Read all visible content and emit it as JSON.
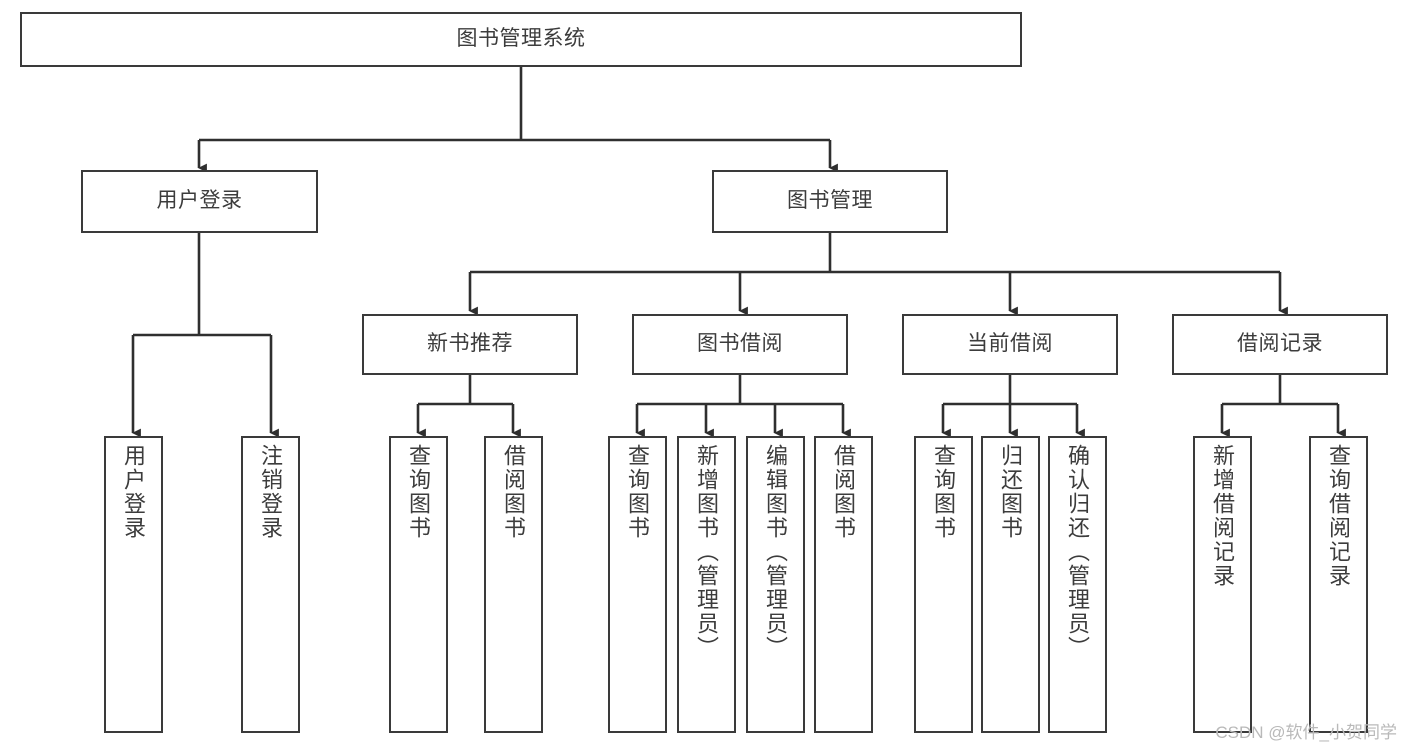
{
  "diagram": {
    "type": "tree",
    "title": "图书管理系统",
    "orientation": "top-down",
    "colors": {
      "box_border": "#3a3a3a",
      "box_fill": "#ffffff",
      "edge": "#2f2f2f",
      "text": "#3c3c3c",
      "background": "#ffffff",
      "watermark": "#b9b9b9"
    }
  },
  "watermark": {
    "text": "CSDN @软件_小贺同学"
  },
  "nodes": {
    "root": {
      "id": "root",
      "label": "图书管理系统",
      "level": 0,
      "orientation": "horizontal"
    },
    "l1": [
      {
        "id": "user-login",
        "label": "用户登录",
        "level": 1,
        "orientation": "horizontal"
      },
      {
        "id": "book-manage",
        "label": "图书管理",
        "level": 1,
        "orientation": "horizontal"
      }
    ],
    "l2": [
      {
        "id": "new-book-recommend",
        "label": "新书推荐",
        "level": 2,
        "orientation": "horizontal",
        "parent": "book-manage"
      },
      {
        "id": "book-borrow",
        "label": "图书借阅",
        "level": 2,
        "orientation": "horizontal",
        "parent": "book-manage"
      },
      {
        "id": "current-borrow",
        "label": "当前借阅",
        "level": 2,
        "orientation": "horizontal",
        "parent": "book-manage"
      },
      {
        "id": "borrow-record",
        "label": "借阅记录",
        "level": 2,
        "orientation": "horizontal",
        "parent": "book-manage"
      }
    ],
    "leaves": [
      {
        "id": "leaf-user-login",
        "label": "用户登录",
        "orientation": "vertical",
        "parent": "user-login"
      },
      {
        "id": "leaf-user-logout",
        "label": "注销登录",
        "orientation": "vertical",
        "parent": "user-login"
      },
      {
        "id": "leaf-query-book-recommend",
        "label": "查询图书",
        "orientation": "vertical",
        "parent": "new-book-recommend"
      },
      {
        "id": "leaf-borrow-book-recommend",
        "label": "借阅图书",
        "orientation": "vertical",
        "parent": "new-book-recommend"
      },
      {
        "id": "leaf-query-book-borrow",
        "label": "查询图书",
        "orientation": "vertical",
        "parent": "book-borrow"
      },
      {
        "id": "leaf-add-book",
        "label": "新增图书（管理员）",
        "orientation": "vertical",
        "parent": "book-borrow"
      },
      {
        "id": "leaf-edit-book",
        "label": "编辑图书（管理员）",
        "orientation": "vertical",
        "parent": "book-borrow"
      },
      {
        "id": "leaf-borrow-book",
        "label": "借阅图书",
        "orientation": "vertical",
        "parent": "book-borrow"
      },
      {
        "id": "leaf-query-book-current",
        "label": "查询图书",
        "orientation": "vertical",
        "parent": "current-borrow"
      },
      {
        "id": "leaf-return-book",
        "label": "归还图书",
        "orientation": "vertical",
        "parent": "current-borrow"
      },
      {
        "id": "leaf-confirm-return",
        "label": "确认归还（管理员）",
        "orientation": "vertical",
        "parent": "current-borrow"
      },
      {
        "id": "leaf-add-borrow-record",
        "label": "新增借阅记录",
        "orientation": "vertical",
        "parent": "borrow-record"
      },
      {
        "id": "leaf-query-borrow-record",
        "label": "查询借阅记录",
        "orientation": "vertical",
        "parent": "borrow-record"
      }
    ]
  },
  "edges": [
    {
      "from": "root",
      "to": "user-login"
    },
    {
      "from": "root",
      "to": "book-manage"
    },
    {
      "from": "user-login",
      "to": "leaf-user-login"
    },
    {
      "from": "user-login",
      "to": "leaf-user-logout"
    },
    {
      "from": "book-manage",
      "to": "new-book-recommend"
    },
    {
      "from": "book-manage",
      "to": "book-borrow"
    },
    {
      "from": "book-manage",
      "to": "current-borrow"
    },
    {
      "from": "book-manage",
      "to": "borrow-record"
    },
    {
      "from": "new-book-recommend",
      "to": "leaf-query-book-recommend"
    },
    {
      "from": "new-book-recommend",
      "to": "leaf-borrow-book-recommend"
    },
    {
      "from": "book-borrow",
      "to": "leaf-query-book-borrow"
    },
    {
      "from": "book-borrow",
      "to": "leaf-add-book"
    },
    {
      "from": "book-borrow",
      "to": "leaf-edit-book"
    },
    {
      "from": "book-borrow",
      "to": "leaf-borrow-book"
    },
    {
      "from": "current-borrow",
      "to": "leaf-query-book-current"
    },
    {
      "from": "current-borrow",
      "to": "leaf-return-book"
    },
    {
      "from": "current-borrow",
      "to": "leaf-confirm-return"
    },
    {
      "from": "borrow-record",
      "to": "leaf-add-borrow-record"
    },
    {
      "from": "borrow-record",
      "to": "leaf-query-borrow-record"
    }
  ]
}
